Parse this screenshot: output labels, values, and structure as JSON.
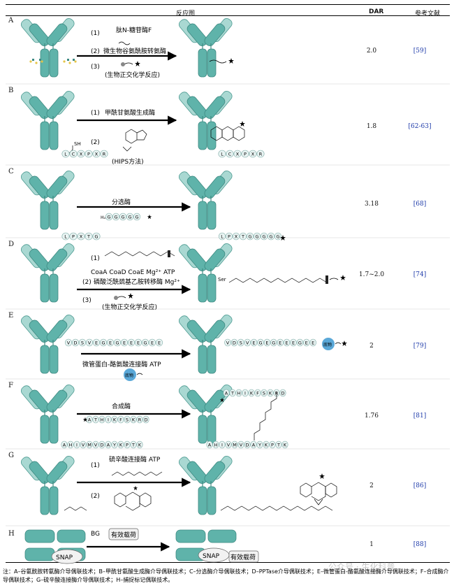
{
  "header": {
    "col_reaction": "反应图",
    "col_dar": "DAR",
    "col_ref": "参考文献"
  },
  "rows": [
    {
      "label": "A",
      "dar": "2.0",
      "ref": "[59]",
      "steps": [
        "(1)",
        "(2)",
        "(3)"
      ],
      "texts": [
        "肽N-糖苷酶F",
        "微生物谷氨酰胺转氨酶",
        "(生物正交化学反应)"
      ]
    },
    {
      "label": "B",
      "dar": "1.8",
      "ref": "[62-63]",
      "steps": [
        "(1)",
        "(2)"
      ],
      "texts": [
        "甲酰甘氨酸生成酶",
        "(HIPS方法)"
      ],
      "tag": [
        "L",
        "C",
        "X",
        "P",
        "X",
        "R"
      ],
      "sh": "SH"
    },
    {
      "label": "C",
      "dar": "3.18",
      "ref": "[68]",
      "texts": [
        "分选酶"
      ],
      "tag_left": [
        "L",
        "P",
        "X",
        "T",
        "G"
      ],
      "reagent": [
        "G",
        "G",
        "G",
        "G",
        "G"
      ],
      "tag_right": [
        "L",
        "P",
        "X",
        "T",
        "G",
        "G",
        "G",
        "G",
        "G"
      ],
      "h2n": "H₂N"
    },
    {
      "label": "D",
      "dar": "1.7~2.0",
      "ref": "[74]",
      "steps": [
        "(1)",
        "(2)",
        "(3)"
      ],
      "texts": [
        "CoaA CoaD CoaE Mg²⁺ ATP",
        "磷酸泛酰巯基乙胺转移酶 Mg²⁺",
        "(生物正交化学反应)"
      ],
      "ser": "Ser"
    },
    {
      "label": "E",
      "dar": "2",
      "ref": "[79]",
      "texts": [
        "微管蛋白-酪氨酸连接酶 ATP"
      ],
      "tag": [
        "V",
        "D",
        "S",
        "V",
        "E",
        "G",
        "E",
        "G",
        "E",
        "E",
        "E",
        "G",
        "E",
        "E"
      ],
      "payload": "底物"
    },
    {
      "label": "F",
      "dar": "1.76",
      "ref": "[81]",
      "texts": [
        "合成酶"
      ],
      "tag_top": [
        "A",
        "T",
        "H",
        "I",
        "K",
        "F",
        "S",
        "K",
        "R",
        "D"
      ],
      "tag_bottom": [
        "A",
        "H",
        "I",
        "V",
        "M",
        "V",
        "D",
        "A",
        "Y",
        "K",
        "P",
        "T",
        "K"
      ]
    },
    {
      "label": "G",
      "dar": "2",
      "ref": "[86]",
      "steps": [
        "(1)",
        "(2)"
      ],
      "texts": [
        "硫辛酸连接酶 ATP"
      ]
    },
    {
      "label": "H",
      "dar": "1",
      "ref": "[88]",
      "texts": [
        "BG",
        "有效载荷",
        "SNAP"
      ]
    }
  ],
  "colors": {
    "antibody": "#5fb3aa",
    "antibody_light": "#a9d8d2",
    "tag_fill": "#e9f4f3",
    "payload": "#5aa8d8",
    "ref_link": "#1a37a8"
  },
  "footnote": "注：A–谷氨酰胺转氨酶介导偶联技术；B–甲酰甘氨酸生成酶介导偶联技术；C–分选酶介导偶联技术；D–PPTase介导偶联技术；E–微管蛋白-酪氨酸连接酶介导偶联技术；F–合成酶介导偶联技术；G–硫辛酸连接酶介导偶联技术；H–捕捉标记偶联技术。",
  "watermark": "公众号 · 生化科普"
}
